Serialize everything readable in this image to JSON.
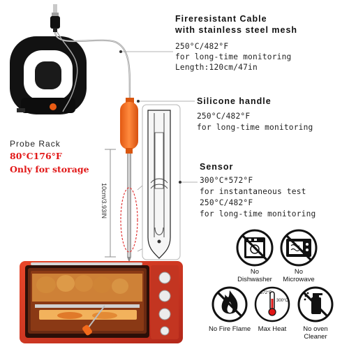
{
  "cable": {
    "title_line1": "Fireresistant Cable",
    "title_line2": "with stainless steel mesh",
    "specs": [
      "250°C/482°F",
      "for long-time monitoring",
      "Length:120cm/47in"
    ]
  },
  "handle": {
    "title": "Silicone handle",
    "specs": [
      "250°C/482°F",
      "for long-time monitoring"
    ]
  },
  "sensor": {
    "title": "Sensor",
    "specs": [
      "300°C*572°F",
      "for instantaneous test",
      "250°C/482°F",
      "for long-time monitoring"
    ]
  },
  "rack": {
    "title": "Probe Rack",
    "temp": "80°C176°F",
    "note": "Only for storage"
  },
  "ruler": {
    "label": "10cm/3.93IN"
  },
  "icons": [
    {
      "name": "no-dishwasher",
      "label_lines": [
        "No",
        "Dishwasher"
      ]
    },
    {
      "name": "no-microwave",
      "label_lines": [
        "No",
        "Microwave"
      ]
    },
    {
      "name": "no-fire-flame",
      "label_lines": [
        "No Fire Flame"
      ]
    },
    {
      "name": "max-heat",
      "label_lines": [
        "Max Heat"
      ],
      "badge_left": "572°F",
      "badge_right": "300°C"
    },
    {
      "name": "no-oven-cleaner",
      "label_lines": [
        "No oven",
        "Cleaner"
      ]
    }
  ],
  "colors": {
    "accent_orange": "#f26a1b",
    "warning_red": "#e11616",
    "icon_black": "#111111"
  }
}
